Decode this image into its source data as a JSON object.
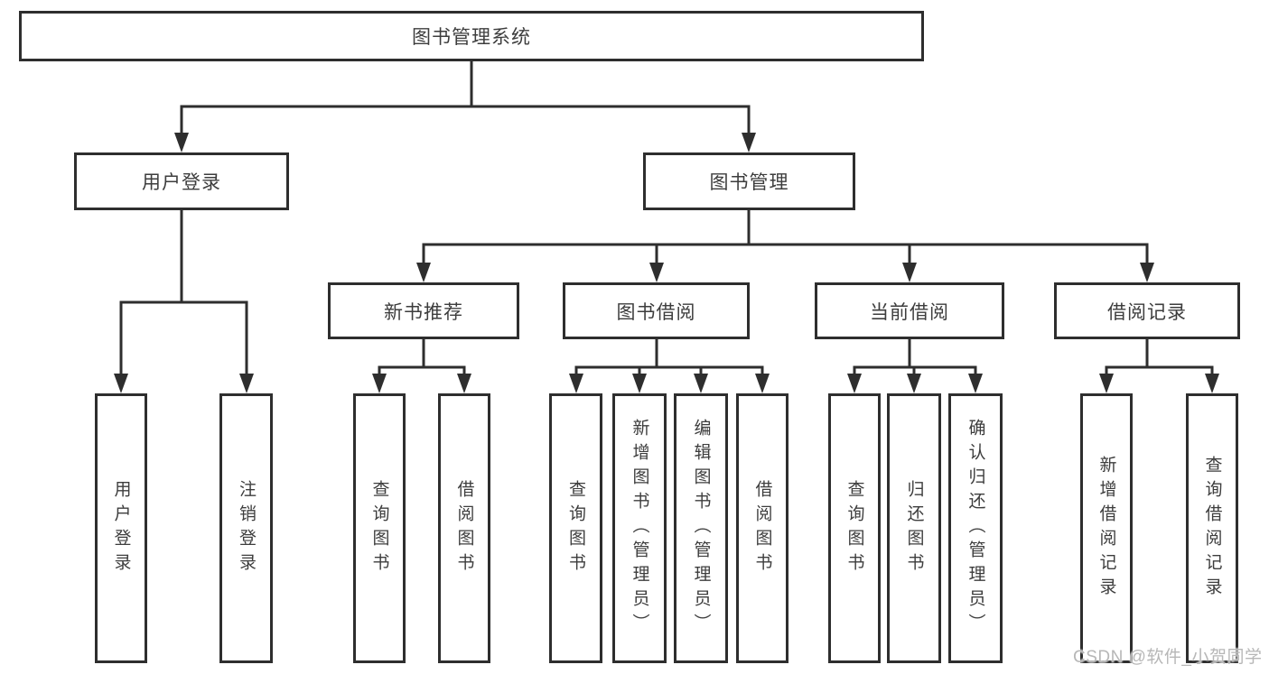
{
  "tree": {
    "label": "图书管理系统",
    "children": [
      {
        "label": "用户登录",
        "children": [
          {
            "label": "用户登录"
          },
          {
            "label": "注销登录"
          }
        ]
      },
      {
        "label": "图书管理",
        "children": [
          {
            "label": "新书推荐",
            "children": [
              {
                "label": "查询图书"
              },
              {
                "label": "借阅图书"
              }
            ]
          },
          {
            "label": "图书借阅",
            "children": [
              {
                "label": "查询图书"
              },
              {
                "label": "新增图书（管理员）"
              },
              {
                "label": "编辑图书（管理员）"
              },
              {
                "label": "借阅图书"
              }
            ]
          },
          {
            "label": "当前借阅",
            "children": [
              {
                "label": "查询图书"
              },
              {
                "label": "归还图书"
              },
              {
                "label": "确认归还（管理员）"
              }
            ]
          },
          {
            "label": "借阅记录",
            "children": [
              {
                "label": "新增借阅记录"
              },
              {
                "label": "查询借阅记录"
              }
            ]
          }
        ]
      }
    ]
  },
  "watermark": {
    "text": "CSDN @软件_小贺同学"
  },
  "colors": {
    "line": "#2e2e2e",
    "text": "#3d3d3d",
    "background": "#ffffff",
    "watermark": "#b7b7b7"
  }
}
